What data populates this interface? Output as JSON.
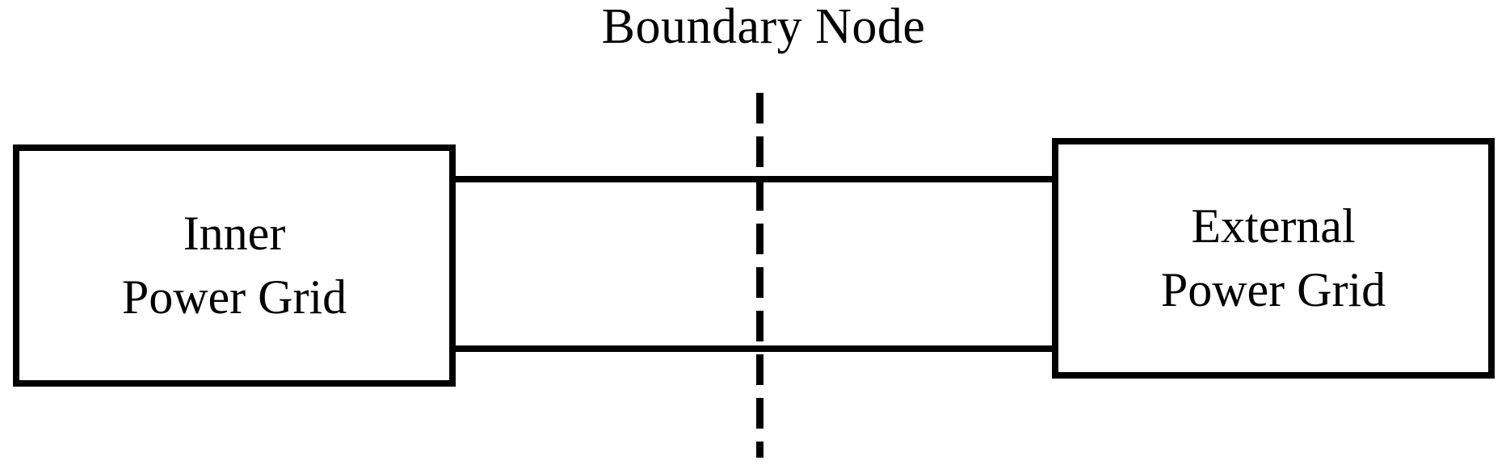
{
  "diagram": {
    "type": "block-diagram",
    "title": "Boundary Node",
    "background_color": "#FFFFFF",
    "stroke_color": "#000000",
    "blocks": [
      {
        "id": "inner-power-grid",
        "line1": "Inner",
        "line2": "Power Grid",
        "position": "left"
      },
      {
        "id": "external-power-grid",
        "line1": "External",
        "line2": "Power Grid",
        "position": "right"
      }
    ],
    "connectors": [
      {
        "id": "tie-line-top",
        "style": "solid",
        "orientation": "horizontal"
      },
      {
        "id": "tie-line-bottom",
        "style": "solid",
        "orientation": "horizontal"
      }
    ],
    "boundary": {
      "id": "boundary-node-line",
      "style": "dashed",
      "orientation": "vertical",
      "label": "Boundary Node"
    }
  }
}
